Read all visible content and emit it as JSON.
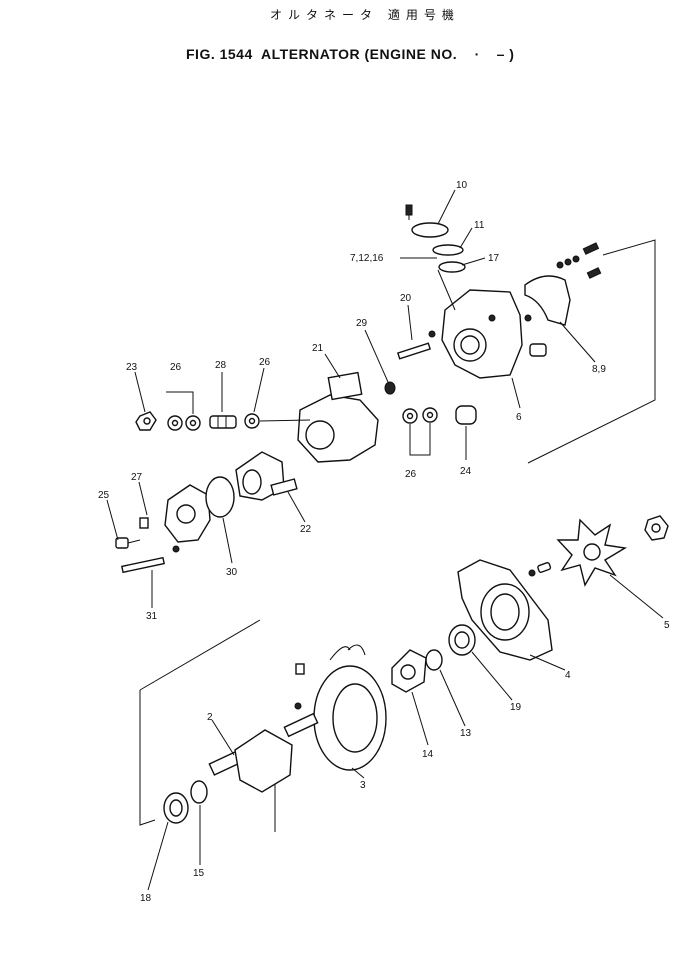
{
  "header": {
    "japanese_title": "オルタネータ 適用号機",
    "figure_title": "FIG. 1544  ALTERNATOR (ENGINE NO.    ∙    – )"
  },
  "callouts": [
    {
      "id": "c10",
      "text": "10"
    },
    {
      "id": "c11",
      "text": "11"
    },
    {
      "id": "c7",
      "text": "7,12,16"
    },
    {
      "id": "c17",
      "text": "17"
    },
    {
      "id": "c20",
      "text": "20"
    },
    {
      "id": "c29",
      "text": "29"
    },
    {
      "id": "c21",
      "text": "21"
    },
    {
      "id": "c6",
      "text": "6"
    },
    {
      "id": "c89",
      "text": "8,9"
    },
    {
      "id": "c23",
      "text": "23"
    },
    {
      "id": "c26a",
      "text": "26"
    },
    {
      "id": "c28",
      "text": "28"
    },
    {
      "id": "c26b",
      "text": "26"
    },
    {
      "id": "c26c",
      "text": "26"
    },
    {
      "id": "c24",
      "text": "24"
    },
    {
      "id": "c27",
      "text": "27"
    },
    {
      "id": "c25",
      "text": "25"
    },
    {
      "id": "c22",
      "text": "22"
    },
    {
      "id": "c30",
      "text": "30"
    },
    {
      "id": "c31",
      "text": "31"
    },
    {
      "id": "c5",
      "text": "5"
    },
    {
      "id": "c4",
      "text": "4"
    },
    {
      "id": "c19",
      "text": "19"
    },
    {
      "id": "c13",
      "text": "13"
    },
    {
      "id": "c14",
      "text": "14"
    },
    {
      "id": "c3",
      "text": "3"
    },
    {
      "id": "c2",
      "text": "2"
    },
    {
      "id": "c15",
      "text": "15"
    },
    {
      "id": "c18",
      "text": "18"
    }
  ]
}
